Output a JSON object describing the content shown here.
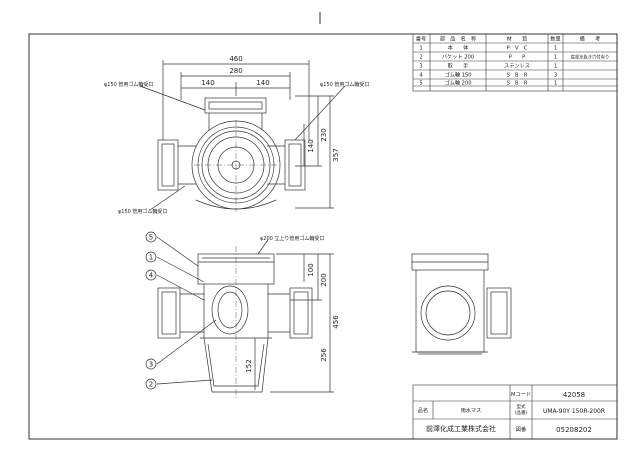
{
  "parts_table": {
    "headers": {
      "no": "番号",
      "name": "部　品　名　称",
      "material": "材　　質",
      "qty": "数量",
      "remarks": "備　　考"
    },
    "rows": [
      {
        "no": "1",
        "name": "本　　体",
        "material": "P　V　C",
        "qty": "1",
        "remarks": ""
      },
      {
        "no": "2",
        "name": "バケット 200",
        "material": "P　　P",
        "qty": "1",
        "remarks": "底部水抜き穴付有り"
      },
      {
        "no": "3",
        "name": "取　　手",
        "material": "ステンレス",
        "qty": "1",
        "remarks": ""
      },
      {
        "no": "4",
        "name": "ゴム輪 150",
        "material": "S　B　R",
        "qty": "3",
        "remarks": ""
      },
      {
        "no": "5",
        "name": "ゴム輪 200",
        "material": "S　B　R",
        "qty": "1",
        "remarks": ""
      }
    ]
  },
  "top_view": {
    "dims": {
      "overall": "460",
      "inner": "280",
      "left": "140",
      "right": "140",
      "right_upper": "230",
      "right_total": "357",
      "right_lower": "140"
    },
    "labels": {
      "upper_left": "φ150 管用ゴム輪受口",
      "upper_right": "φ150 管用ゴム輪受口",
      "lower_left": "φ150 管用ゴム輪受口"
    }
  },
  "front_view": {
    "label_top": "φ200 立上り管用ゴム輪受口",
    "dims": {
      "upper": "100",
      "upper_total": "200",
      "total": "456",
      "lower": "256",
      "bucket": "152"
    },
    "callouts": [
      "5",
      "1",
      "4",
      "3",
      "2"
    ]
  },
  "title_block": {
    "code_label": "Mコード",
    "code_value": "42058",
    "name_label": "品名",
    "name_value": "雨水マス",
    "model_label_1": "型式",
    "model_label_2": "(品番)",
    "model_value": "UMA-90Y 150R-200R",
    "company": "前澤化成工業株式会社",
    "drawing_label": "図番",
    "drawing_value": "05208202"
  }
}
